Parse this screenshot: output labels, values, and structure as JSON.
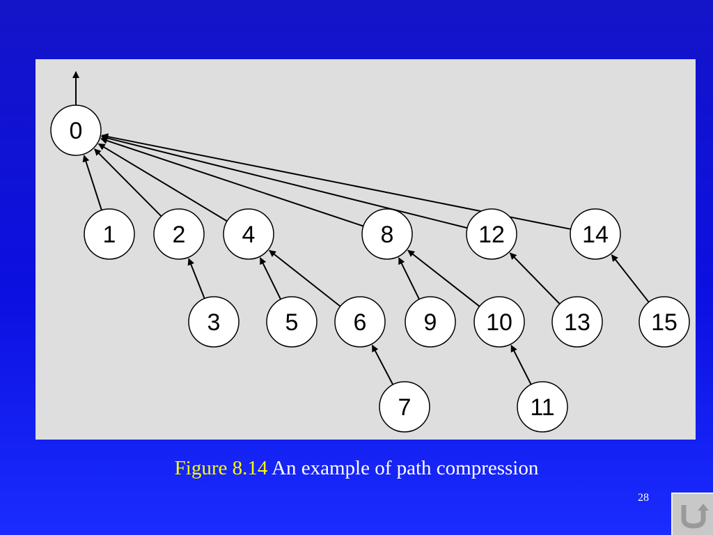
{
  "caption": {
    "figure_label": "Figure 8.14",
    "text": "An example of path compression"
  },
  "page_number": "28",
  "nav": {
    "icon": "return-icon"
  },
  "tree": {
    "root": "0",
    "nodes": [
      {
        "id": "0",
        "label": "0",
        "parent": null
      },
      {
        "id": "1",
        "label": "1",
        "parent": "0"
      },
      {
        "id": "2",
        "label": "2",
        "parent": "0"
      },
      {
        "id": "4",
        "label": "4",
        "parent": "0"
      },
      {
        "id": "8",
        "label": "8",
        "parent": "0"
      },
      {
        "id": "12",
        "label": "12",
        "parent": "0"
      },
      {
        "id": "14",
        "label": "14",
        "parent": "0"
      },
      {
        "id": "3",
        "label": "3",
        "parent": "2"
      },
      {
        "id": "5",
        "label": "5",
        "parent": "4"
      },
      {
        "id": "6",
        "label": "6",
        "parent": "4"
      },
      {
        "id": "9",
        "label": "9",
        "parent": "8"
      },
      {
        "id": "10",
        "label": "10",
        "parent": "8"
      },
      {
        "id": "13",
        "label": "13",
        "parent": "12"
      },
      {
        "id": "15",
        "label": "15",
        "parent": "14"
      },
      {
        "id": "7",
        "label": "7",
        "parent": "6"
      },
      {
        "id": "11",
        "label": "11",
        "parent": "10"
      }
    ]
  }
}
